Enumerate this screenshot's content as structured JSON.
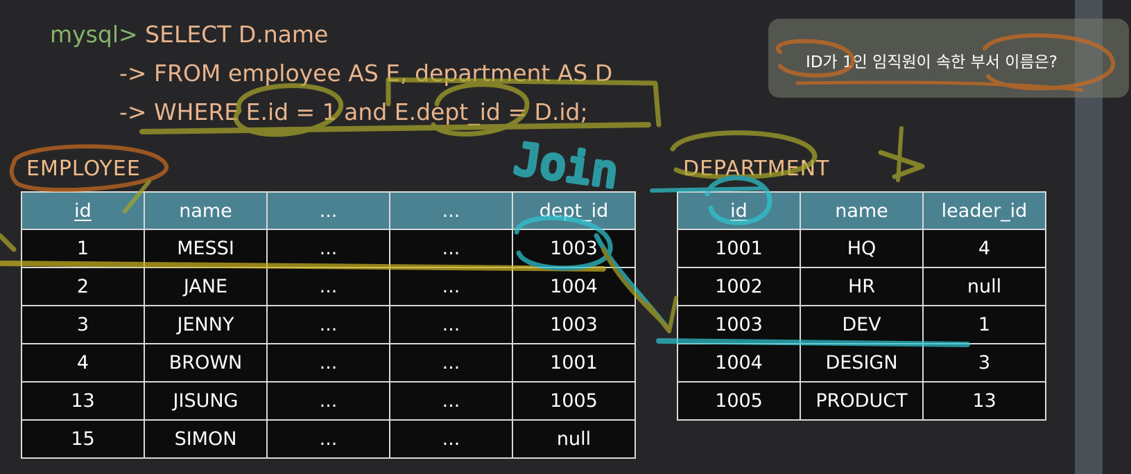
{
  "sql": {
    "prompt": "mysql>",
    "line1": "SELECT D.name",
    "line2": "-> FROM employee AS E, department AS D",
    "line3": "-> WHERE E.id = 1 and E.dept_id = D.id;"
  },
  "question": "ID가 1인 임직원이 속한 부서 이름은?",
  "annotation": {
    "join_text": "Join"
  },
  "employee": {
    "title": "EMPLOYEE",
    "headers": [
      "id",
      "name",
      "...",
      "...",
      "dept_id"
    ],
    "rows": [
      [
        "1",
        "MESSI",
        "...",
        "...",
        "1003"
      ],
      [
        "2",
        "JANE",
        "...",
        "...",
        "1004"
      ],
      [
        "3",
        "JENNY",
        "...",
        "...",
        "1003"
      ],
      [
        "4",
        "BROWN",
        "...",
        "...",
        "1001"
      ],
      [
        "13",
        "JISUNG",
        "...",
        "...",
        "1005"
      ],
      [
        "15",
        "SIMON",
        "...",
        "...",
        "null"
      ]
    ]
  },
  "department": {
    "title": "DEPARTMENT",
    "headers": [
      "id",
      "name",
      "leader_id"
    ],
    "rows": [
      [
        "1001",
        "HQ",
        "4"
      ],
      [
        "1002",
        "HR",
        "null"
      ],
      [
        "1003",
        "DEV",
        "1"
      ],
      [
        "1004",
        "DESIGN",
        "3"
      ],
      [
        "1005",
        "PRODUCT",
        "13"
      ]
    ]
  },
  "colors": {
    "background": "#262628",
    "header_fill": "#4a8292",
    "cell_fill": "#0c0c0c",
    "sql_text": "#e9b48c",
    "prompt": "#86b36c",
    "annotation_yellow": "#a8a52a",
    "annotation_cyan": "#2fc4cf"
  }
}
